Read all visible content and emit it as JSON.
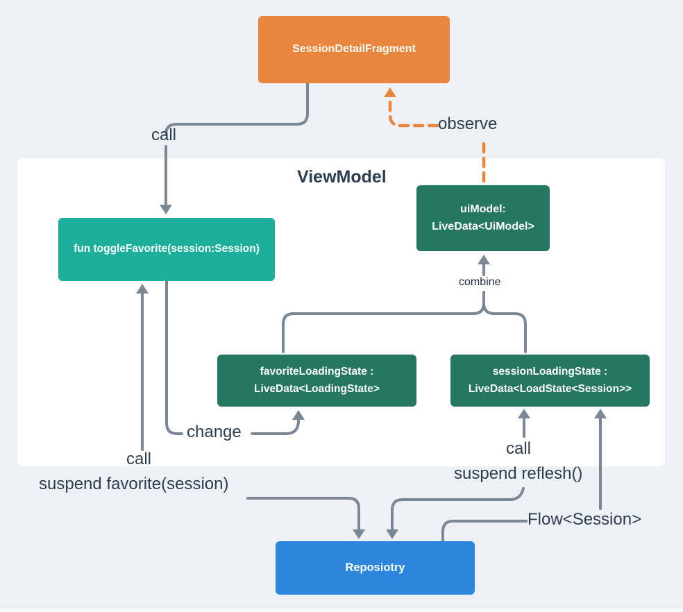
{
  "diagram": {
    "container_title": "ViewModel",
    "nodes": {
      "fragment": {
        "label": "SessionDetailFragment",
        "color": "#E8863D"
      },
      "toggle_favorite": {
        "label": "fun toggleFavorite(session:Session)",
        "color": "#1DAF9C"
      },
      "ui_model": {
        "line1": "uiModel:",
        "line2": "LiveData<UiModel>",
        "color": "#26775F"
      },
      "favorite_loading_state": {
        "line1": "favoriteLoadingState :",
        "line2": "LiveData<LoadingState>",
        "color": "#26775F"
      },
      "session_loading_state": {
        "line1": "sessionLoadingState :",
        "line2": "LiveData<LoadState<Session>>",
        "color": "#26775F"
      },
      "repository": {
        "label": "Reposiotry",
        "color": "#2E86DC"
      }
    },
    "edge_labels": {
      "call_top": "call",
      "observe": "observe",
      "combine": "combine",
      "change": "change",
      "call_left": "call",
      "suspend_favorite": "suspend favorite(session)",
      "call_right": "call",
      "suspend_reflesh": "suspend reflesh()",
      "flow_session": "Flow<Session>"
    },
    "colors": {
      "background": "#EDF1F5",
      "container": "#FFFFFF",
      "line": "#7B8795",
      "observe_dash": "#E8863D",
      "label_text": "#2D3C4E",
      "combine_text": "#1C2733"
    }
  }
}
